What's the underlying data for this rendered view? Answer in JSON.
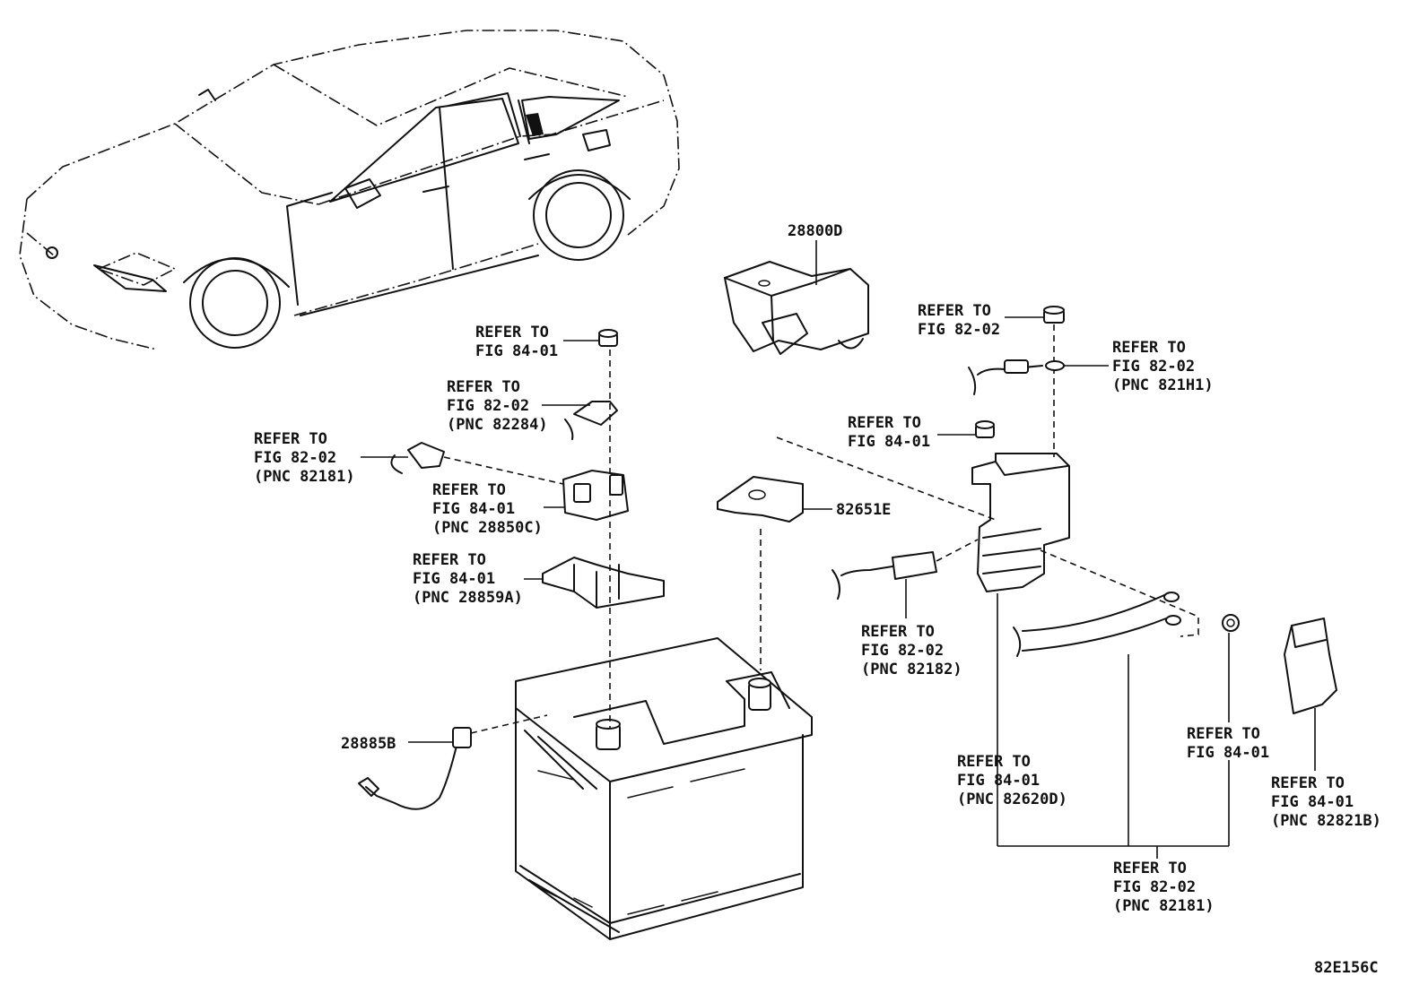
{
  "labels": {
    "part_28800D": [
      "28800D"
    ],
    "part_82651E": [
      "82651E"
    ],
    "part_28885B": [
      "28885B"
    ],
    "ref_top_bolt": [
      "REFER TO",
      "FIG 84-01"
    ],
    "ref_82284": [
      "REFER TO",
      "FIG 82-02",
      "(PNC 82284)"
    ],
    "ref_82181_left": [
      "REFER TO",
      "FIG 82-02",
      "(PNC 82181)"
    ],
    "ref_28850C": [
      "REFER TO",
      "FIG 84-01",
      "(PNC 28850C)"
    ],
    "ref_28859A": [
      "REFER TO",
      "FIG 84-01",
      "(PNC 28859A)"
    ],
    "ref_right_top_bolt": [
      "REFER TO",
      "FIG 82-02"
    ],
    "ref_821H1": [
      "REFER TO",
      "FIG 82-02",
      "(PNC 821H1)"
    ],
    "ref_mid_bolt": [
      "REFER TO",
      "FIG 84-01"
    ],
    "ref_82182": [
      "REFER TO",
      "FIG 82-02",
      "(PNC 82182)"
    ],
    "ref_82620D": [
      "REFER TO",
      "FIG 84-01",
      "(PNC 82620D)"
    ],
    "ref_nut": [
      "REFER TO",
      "FIG 84-01"
    ],
    "ref_82821B": [
      "REFER TO",
      "FIG 84-01",
      "(PNC 82821B)"
    ],
    "ref_82181_bottom": [
      "REFER TO",
      "FIG 82-02",
      "(PNC 82181)"
    ]
  },
  "figure_code": "82E156C"
}
